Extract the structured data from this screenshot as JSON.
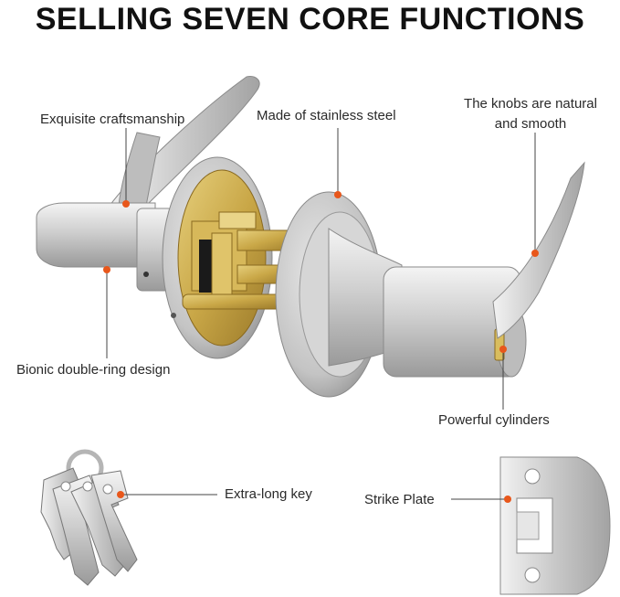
{
  "title": "SELLING SEVEN CORE FUNCTIONS",
  "callouts": {
    "craftsmanship": "Exquisite craftsmanship",
    "stainless": "Made of stainless steel",
    "knobs_line1": "The knobs are natural",
    "knobs_line2": "and smooth",
    "bionic": "Bionic double-ring design",
    "cylinders": "Powerful cylinders",
    "key": "Extra-long key",
    "strike": "Strike Plate"
  },
  "colors": {
    "accent_dot": "#e8571b",
    "leader_line": "#444444",
    "title_text": "#111111",
    "metal": "#c9c9c9"
  },
  "icons": {
    "lever": "door-lever-icon",
    "key": "key-icon",
    "strike_plate": "strike-plate-icon"
  }
}
